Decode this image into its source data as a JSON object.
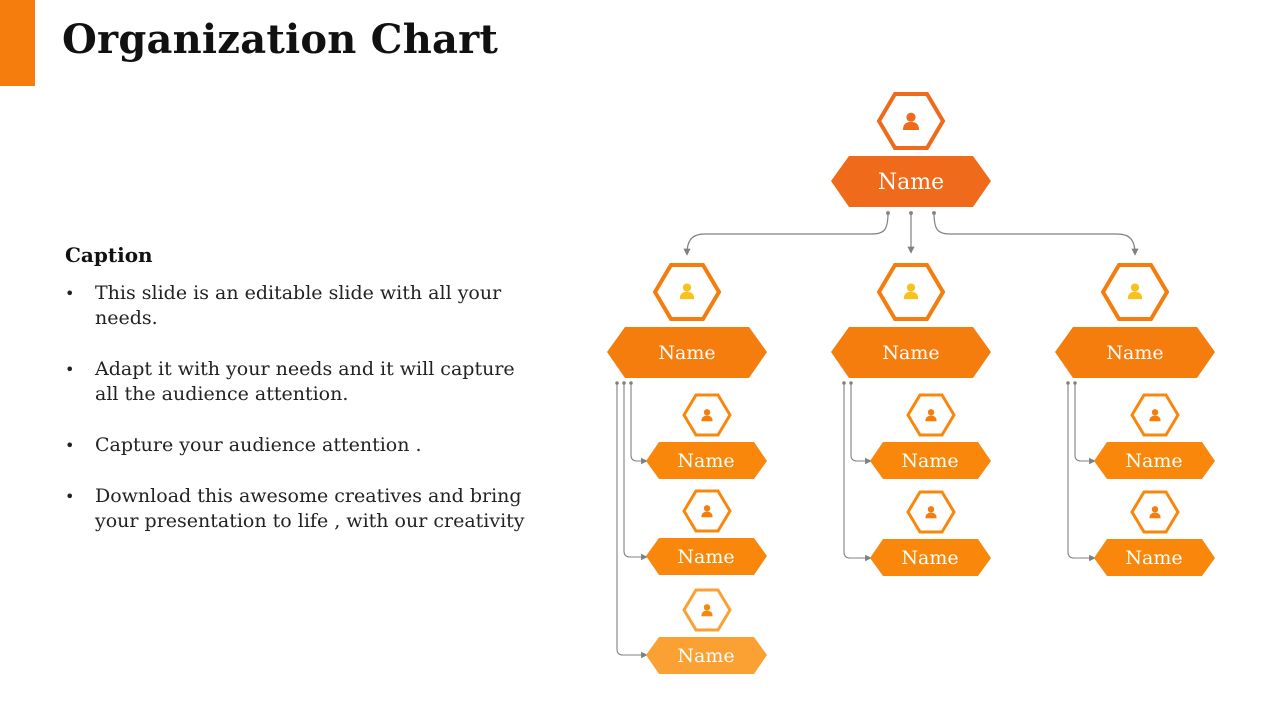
{
  "slide": {
    "title": "Organization Chart",
    "caption": {
      "heading": "Caption",
      "bullets": [
        "This slide is an editable slide with all your needs.",
        "Adapt it with your needs and it will capture all the audience attention.",
        "Capture your audience attention .",
        "Download this awesome creatives and bring your presentation to life , with our creativity"
      ]
    }
  },
  "org_chart": {
    "top": {
      "label": "Name",
      "icon": "person-icon"
    },
    "branches": [
      {
        "label": "Name",
        "icon": "person-icon",
        "children": [
          "Name",
          "Name",
          "Name"
        ]
      },
      {
        "label": "Name",
        "icon": "person-icon",
        "children": [
          "Name",
          "Name"
        ]
      },
      {
        "label": "Name",
        "icon": "person-icon",
        "children": [
          "Name",
          "Name"
        ]
      }
    ]
  },
  "colors": {
    "accent": "#f47d0e",
    "top_box": "#ef6a1a",
    "mid_box": "#f47d0e",
    "child_box": "#f8870c",
    "child_box_light": "#fba033",
    "icon_fill": "#f8c21c",
    "connector": "#808080"
  }
}
